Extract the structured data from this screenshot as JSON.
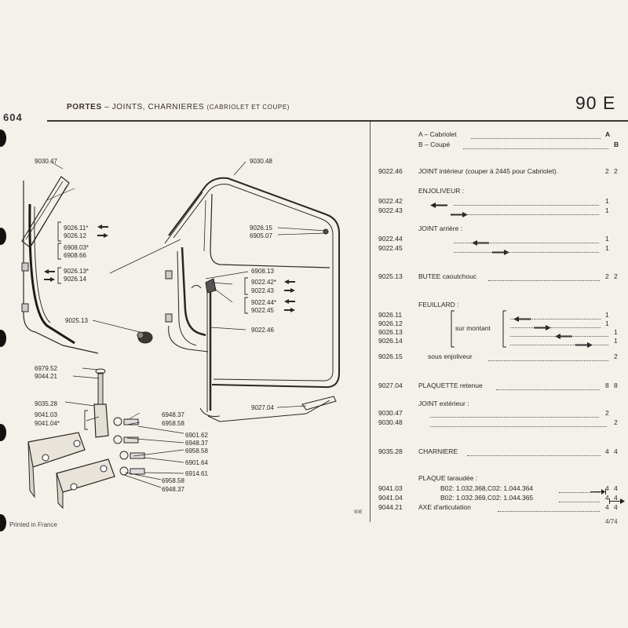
{
  "header": {
    "model_logo": "604",
    "title_bold": "PORTES",
    "title_rest": " – JOINTS, CHARNIERES",
    "title_small": "(CABRIOLET ET COUPE)",
    "page_number": "90 E"
  },
  "legend": [
    {
      "key": "A – Cabriolet",
      "value": "A"
    },
    {
      "key": "B – Coupé",
      "value": "B"
    }
  ],
  "parts": {
    "p902246": {
      "code": "9022.46",
      "desc": "JOINT intérieur (couper à 2445 pour Cabriolet).",
      "qa": "2",
      "qb": "2"
    },
    "enjoliveur_title": "ENJOLIVEUR :",
    "p902242": {
      "code": "9022.42",
      "icon": "arrow-left-icon",
      "qa": "1"
    },
    "p902243": {
      "code": "9022.43",
      "icon": "arrow-right-icon",
      "qa": "1"
    },
    "joint_arriere_title": "JOINT arrière :",
    "p902244": {
      "code": "9022.44",
      "icon": "arrow-left-icon",
      "qa": "1"
    },
    "p902245": {
      "code": "9022.45",
      "icon": "arrow-right-icon",
      "qa": "1"
    },
    "p902513": {
      "code": "9025.13",
      "desc": "BUTEE caoutchouc",
      "qa": "2",
      "qb": "2"
    },
    "feuillard_title": "FEUILLARD :",
    "sur_montant": "sur montant",
    "p902611": {
      "code": "9026.11",
      "qa": "1"
    },
    "p902612": {
      "code": "9026.12",
      "qa": "1"
    },
    "p902613": {
      "code": "9026.13",
      "qb": "1"
    },
    "p902614": {
      "code": "9026.14",
      "qb": "1"
    },
    "p902615": {
      "code": "9026.15",
      "desc": "sous enjoliveur",
      "qb": "2"
    },
    "p902704": {
      "code": "9027.04",
      "desc": "PLAQUETTE retenue",
      "qa": "8",
      "qb": "8"
    },
    "joint_exterieur_title": "JOINT extérieur :",
    "p903047": {
      "code": "9030.47",
      "qa": "2"
    },
    "p903048": {
      "code": "9030.48",
      "qb": "2"
    },
    "p903528": {
      "code": "9035.28",
      "desc": "CHARNIERE",
      "qa": "4",
      "qb": "4"
    },
    "plaque_title": "PLAQUE taraudée :",
    "p904103": {
      "code": "9041.03",
      "desc": "B02: 1.032.368,C02: 1.044.364",
      "qa": "4",
      "qb": "4"
    },
    "p904104": {
      "code": "9041.04",
      "desc": "B02: 1.032.369,C02: 1.044.365",
      "qa": "4",
      "qb": "4"
    },
    "p904421": {
      "code": "9044.21",
      "desc": "AXE d'articulation",
      "qa": "4",
      "qb": "4"
    }
  },
  "diagram_labels": {
    "l903047": "9030.47",
    "l903048": "9030.48",
    "l902611": "9026.11*",
    "l902612": "9026.12",
    "l690803": "6908.03*",
    "l690866": "6908.66",
    "l902613": "9026.13*",
    "l902614": "9026.14",
    "l902615": "9026.15",
    "l690507": "6905.07",
    "l690813": "6908.13",
    "l902242": "9022.42*",
    "l902243": "9022.43",
    "l902244": "9022.44*",
    "l902245": "9022.45",
    "l902513": "9025.13",
    "l902246": "9022.46",
    "l697952": "6979.52",
    "l904421": "9044.21",
    "l903528": "9035.28",
    "l904103": "9041.03",
    "l904104": "9041.04*",
    "l694837a": "6948.37",
    "l695858a": "6958.58",
    "l690162": "6901.62",
    "l694837b": "6948.37",
    "l695858b": "6958.58",
    "l690164": "6901.64",
    "l691461": "6914.61",
    "l695858c": "6958.58",
    "l694837c": "6948.37",
    "l902704": "9027.04"
  },
  "footer": {
    "printed": "Printed in France",
    "code": "90E",
    "page": "4/74"
  }
}
